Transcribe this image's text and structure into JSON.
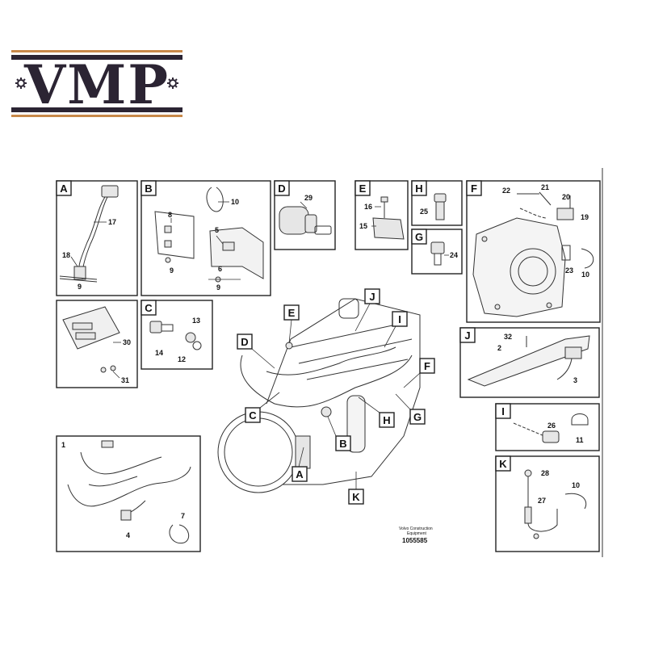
{
  "logo": {
    "text": "VMP",
    "colors": {
      "dark": "#2b2433",
      "accent": "#c8894a"
    }
  },
  "panels": {
    "A": {
      "letter": "A",
      "parts": [
        "17",
        "18",
        "9"
      ]
    },
    "B": {
      "letter": "B",
      "parts": [
        "10",
        "8",
        "5",
        "9",
        "6",
        "9"
      ]
    },
    "D": {
      "letter": "D",
      "parts": [
        "29"
      ]
    },
    "E": {
      "letter": "E",
      "parts": [
        "16",
        "15"
      ]
    },
    "H": {
      "letter": "H",
      "parts": [
        "25"
      ]
    },
    "G": {
      "letter": "G",
      "parts": [
        "24"
      ]
    },
    "F": {
      "letter": "F",
      "parts": [
        "22",
        "21",
        "20",
        "19",
        "23",
        "10"
      ]
    },
    "box30": {
      "parts": [
        "30",
        "31"
      ]
    },
    "C": {
      "letter": "C",
      "parts": [
        "13",
        "14",
        "12"
      ]
    },
    "J": {
      "letter": "J",
      "parts": [
        "32",
        "2",
        "3"
      ]
    },
    "I": {
      "letter": "I",
      "parts": [
        "26",
        "11"
      ]
    },
    "K": {
      "letter": "K",
      "parts": [
        "28",
        "27",
        "10"
      ]
    },
    "harness": {
      "parts": [
        "1",
        "7",
        "4"
      ]
    }
  },
  "engine_callouts": [
    "E",
    "J",
    "I",
    "D",
    "F",
    "C",
    "H",
    "G",
    "B",
    "A",
    "K"
  ],
  "caption": {
    "line1": "Volvo Construction",
    "line2": "Equipment",
    "docnum": "1055585"
  }
}
